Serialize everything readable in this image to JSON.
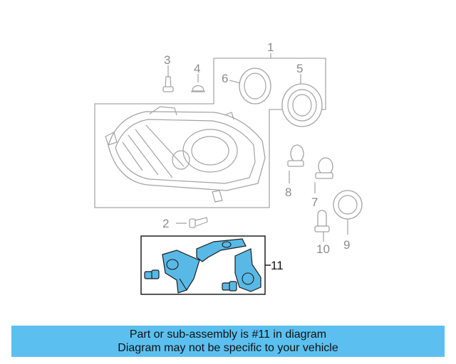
{
  "callouts": {
    "c1": "1",
    "c2": "2",
    "c3": "3",
    "c4": "4",
    "c5": "5",
    "c6": "6",
    "c7": "7",
    "c8": "8",
    "c9": "9",
    "c10": "10",
    "c11": "11"
  },
  "banner": {
    "line1": "Part or sub-assembly is #11 in diagram",
    "line2": "Diagram may not be specific to your vehicle"
  },
  "colors": {
    "highlight": "#59b9e6",
    "banner_bg": "#5bc0f0",
    "outline": "#a8a8a8"
  }
}
